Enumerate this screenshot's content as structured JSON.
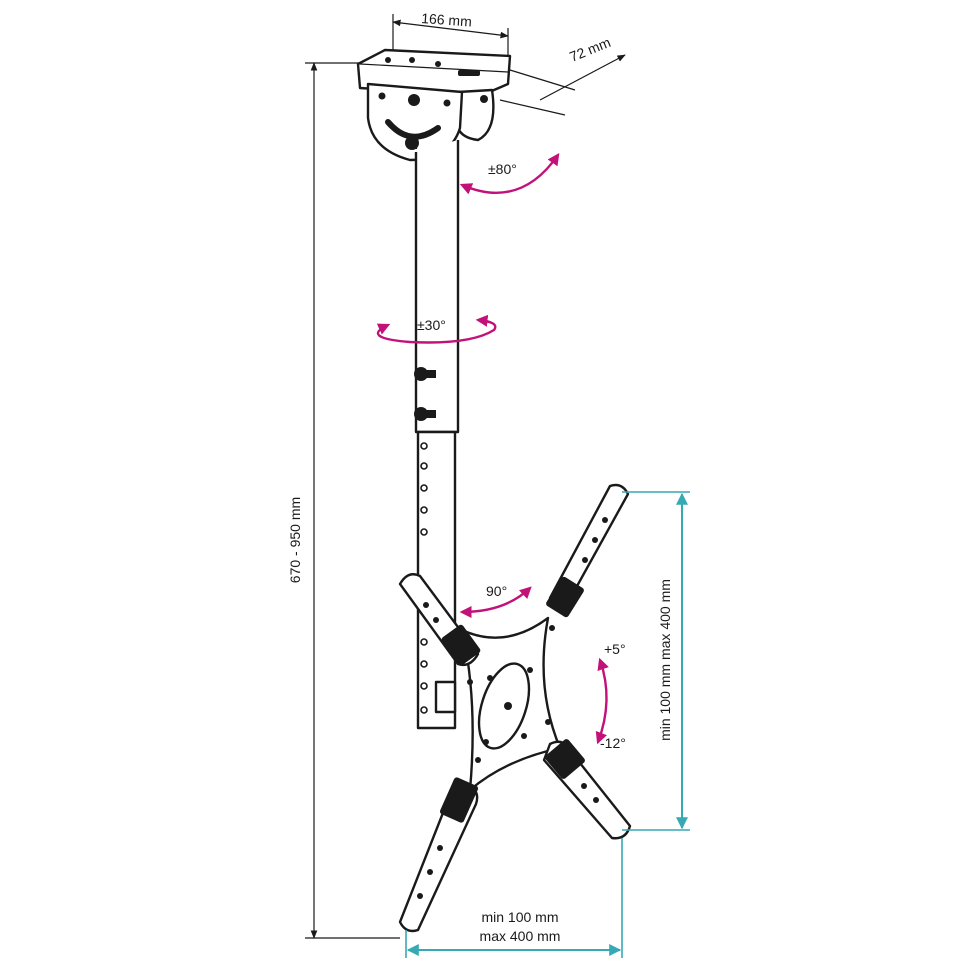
{
  "dimensions": {
    "bracket_width": "166 mm",
    "bracket_depth": "72 mm",
    "height_range": "670 - 950 mm",
    "vesa_vertical": "min 100 mm max 400 mm",
    "vesa_horizontal_min": "min 100 mm",
    "vesa_horizontal_max": "max 400 mm"
  },
  "angles": {
    "tilt_head": "±80°",
    "swivel_pole": "±30°",
    "rotate_plate": "90°",
    "tilt_up": "+5°",
    "tilt_down": "-12°"
  },
  "colors": {
    "outline": "#1a1a1a",
    "angle_arrows": "#c2127a",
    "vesa_dimension": "#35a9b4"
  }
}
